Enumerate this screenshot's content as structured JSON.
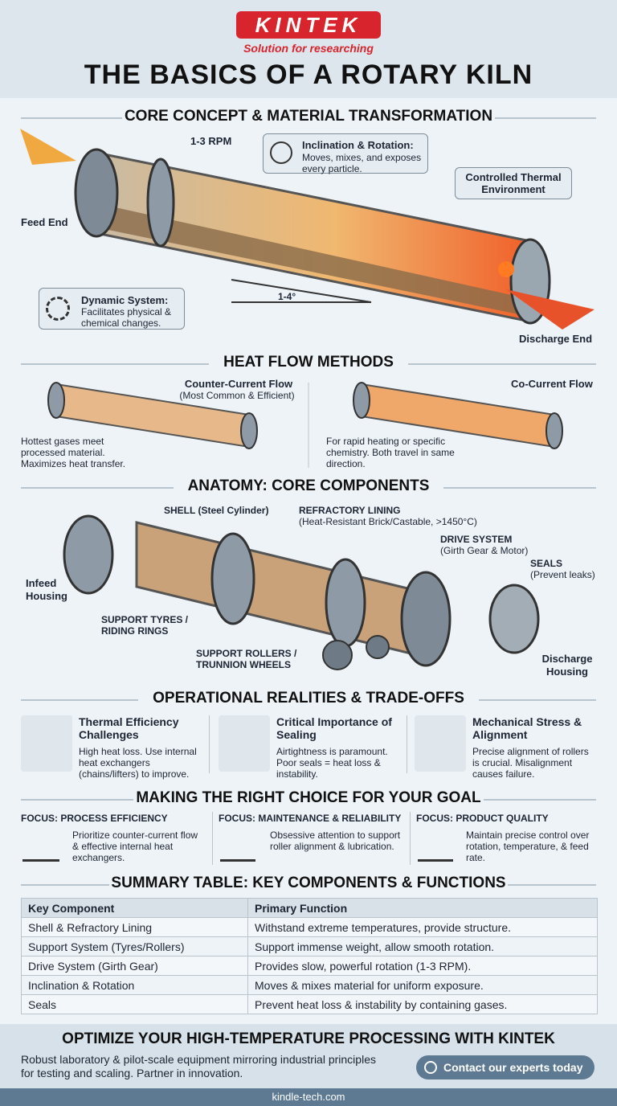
{
  "header": {
    "logo": "KINTEK",
    "tagline": "Solution for researching",
    "title": "THE BASICS OF A ROTARY KILN"
  },
  "section1": {
    "heading": "CORE CONCEPT & MATERIAL TRANSFORMATION",
    "rpm": "1-3 RPM",
    "inclination_title": "Inclination & Rotation:",
    "inclination_body": "Moves, mixes, and exposes every particle.",
    "thermal": "Controlled Thermal Environment",
    "feed_end": "Feed End",
    "dynamic_title": "Dynamic System:",
    "dynamic_body": "Facilitates physical & chemical changes.",
    "angle": "1-4°",
    "discharge_end": "Discharge End"
  },
  "section2": {
    "heading": "HEAT FLOW METHODS",
    "counter_title": "Counter-Current Flow",
    "counter_sub": "(Most Common & Efficient)",
    "counter_body": "Hottest gases meet processed material. Maximizes heat transfer.",
    "co_title": "Co-Current Flow",
    "co_body": "For rapid heating or specific chemistry. Both travel in same direction."
  },
  "section3": {
    "heading": "ANATOMY: CORE COMPONENTS",
    "shell": "SHELL (Steel Cylinder)",
    "lining": "REFRACTORY LINING",
    "lining_sub": "(Heat-Resistant Brick/Castable, >1450°C)",
    "drive": "DRIVE SYSTEM",
    "drive_sub": "(Girth Gear & Motor)",
    "seals": "SEALS",
    "seals_sub": "(Prevent leaks)",
    "infeed": "Infeed Housing",
    "tyres": "SUPPORT TYRES / RIDING RINGS",
    "rollers": "SUPPORT ROLLERS / TRUNNION WHEELS",
    "discharge": "Discharge Housing"
  },
  "section4": {
    "heading": "OPERATIONAL REALITIES & TRADE-OFFS",
    "cards": [
      {
        "title": "Thermal Efficiency Challenges",
        "body": "High heat loss. Use internal heat exchangers (chains/lifters) to improve."
      },
      {
        "title": "Critical Importance of Sealing",
        "body": "Airtightness is paramount. Poor seals = heat loss & instability."
      },
      {
        "title": "Mechanical Stress & Alignment",
        "body": "Precise alignment of rollers is crucial. Misalignment causes failure."
      }
    ]
  },
  "section5": {
    "heading": "MAKING THE RIGHT CHOICE FOR YOUR GOAL",
    "items": [
      {
        "focus": "FOCUS: PROCESS EFFICIENCY",
        "body": "Prioritize counter-current flow & effective internal heat exchangers."
      },
      {
        "focus": "FOCUS: MAINTENANCE & RELIABILITY",
        "body": "Obsessive attention to support roller alignment & lubrication."
      },
      {
        "focus": "FOCUS: PRODUCT QUALITY",
        "body": "Maintain precise control over rotation, temperature, & feed rate."
      }
    ]
  },
  "section6": {
    "heading": "SUMMARY TABLE: KEY COMPONENTS & FUNCTIONS",
    "columns": [
      "Key Component",
      "Primary Function"
    ],
    "rows": [
      [
        "Shell & Refractory Lining",
        "Withstand extreme temperatures, provide structure."
      ],
      [
        "Support System (Tyres/Rollers)",
        "Support immense weight, allow smooth rotation."
      ],
      [
        "Drive System (Girth Gear)",
        "Provides slow, powerful rotation (1-3 RPM)."
      ],
      [
        "Inclination & Rotation",
        "Moves & mixes material for uniform exposure."
      ],
      [
        "Seals",
        "Prevent heat loss & instability by containing gases."
      ]
    ]
  },
  "footer": {
    "headline": "OPTIMIZE YOUR HIGH-TEMPERATURE PROCESSING WITH KINTEK",
    "body": "Robust laboratory & pilot-scale equipment mirroring industrial principles for testing and scaling. Partner in innovation.",
    "cta": "Contact our experts today",
    "url": "kindle-tech.com"
  }
}
